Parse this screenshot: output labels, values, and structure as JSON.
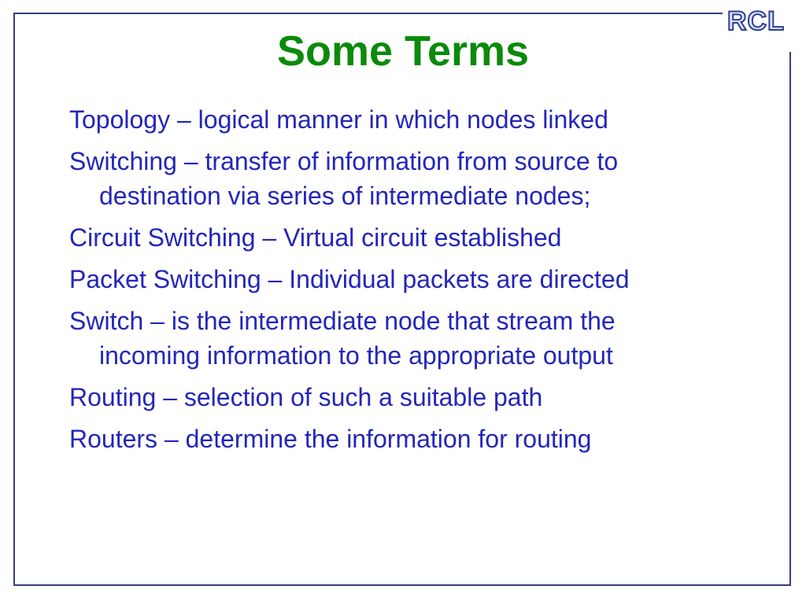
{
  "slide": {
    "title": "Some Terms",
    "logo": "RCL",
    "terms": [
      "Topology – logical manner in which nodes linked",
      "Switching – transfer of information from source to destination via series of intermediate nodes;",
      "Circuit Switching – Virtual circuit established",
      "Packet Switching – Individual packets are directed",
      "Switch – is the intermediate node that stream the incoming information to the appropriate output",
      "Routing – selection of such a suitable path",
      "Routers – determine the information for routing"
    ]
  },
  "colors": {
    "title": "#0a8a0a",
    "body_text": "#2326b8",
    "frame": "#32407a",
    "logo_outline": "#2d3f95",
    "logo_fill": "#dfe4f6"
  }
}
